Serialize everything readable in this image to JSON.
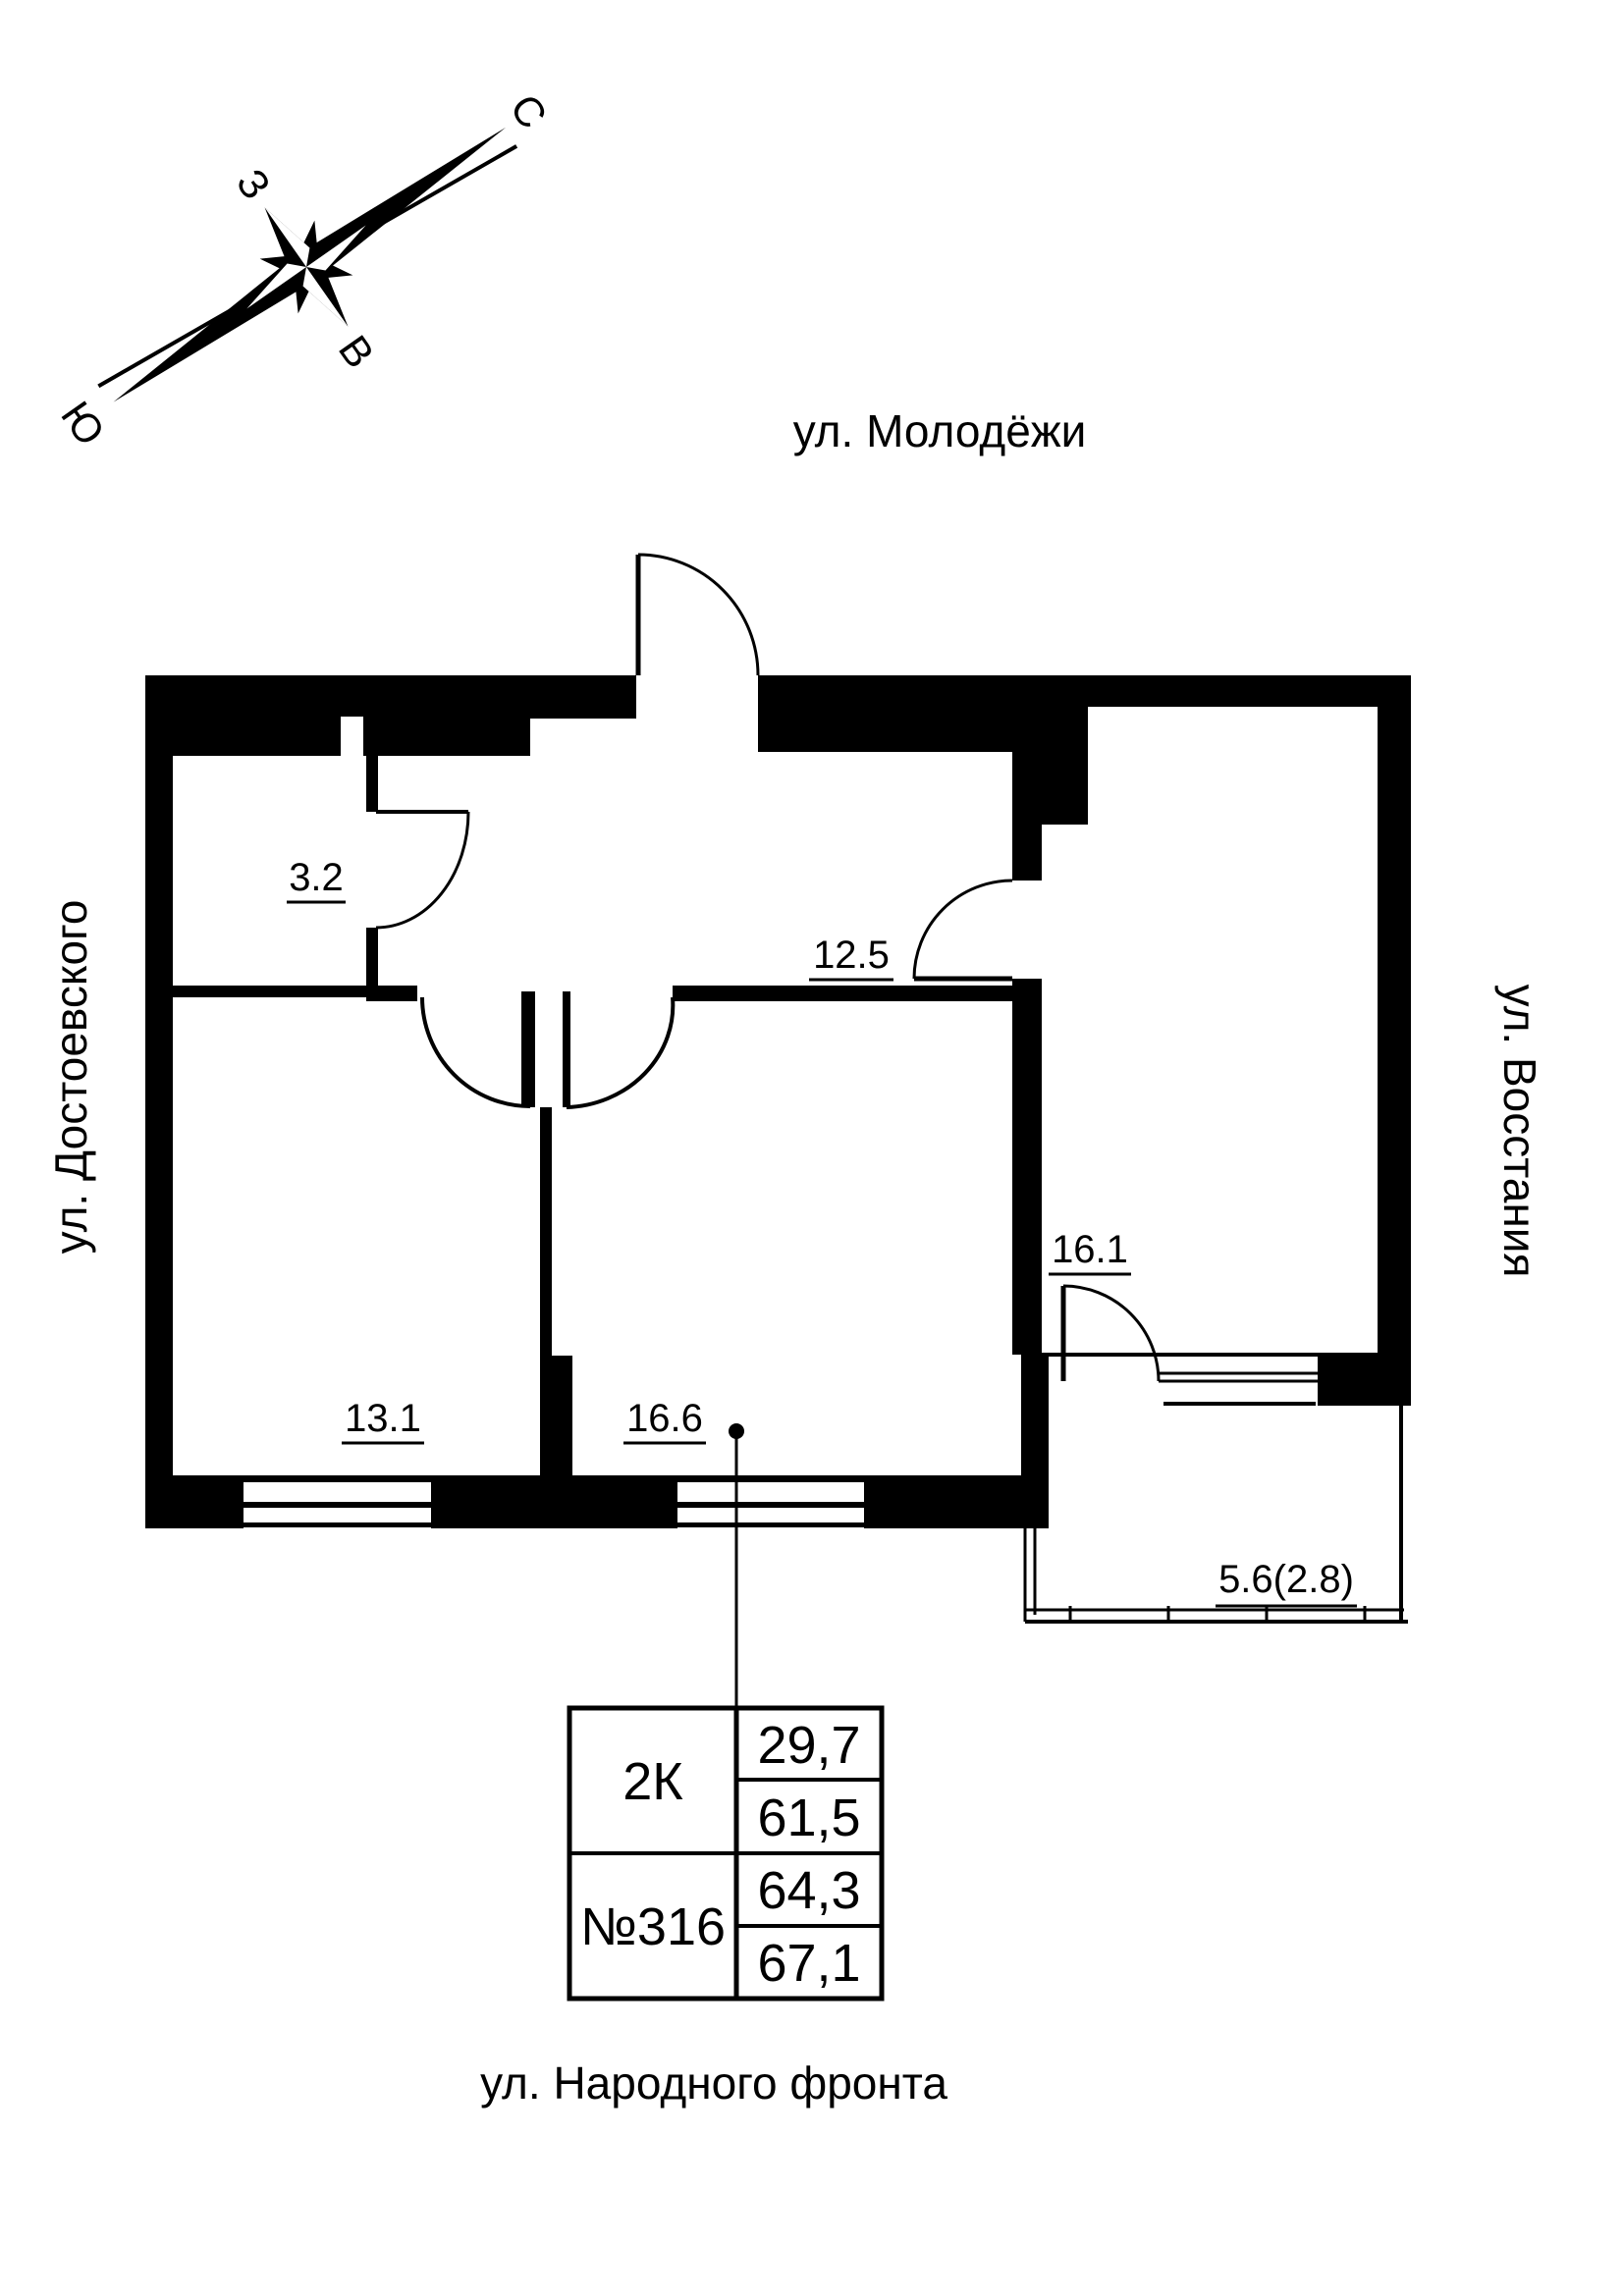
{
  "compass": {
    "north": "С",
    "south": "Ю",
    "west": "З",
    "east": "В"
  },
  "streets": {
    "top": "ул. Молодёжи",
    "left": "ул. Достоевского",
    "right": "ул. Восстания",
    "bottom": "ул. Народного фронта"
  },
  "rooms": {
    "storage": "3.2",
    "hall": "12.5",
    "room_right": "16.1",
    "room_left": "13.1",
    "room_middle": "16.6",
    "balcony": "5.6(2.8)"
  },
  "info_table": {
    "apartment_type": "2К",
    "apartment_number": "№316",
    "area_values": [
      "29,7",
      "61,5",
      "64,3",
      "67,1"
    ]
  },
  "colors": {
    "ink": "#000000",
    "paper": "#ffffff"
  }
}
